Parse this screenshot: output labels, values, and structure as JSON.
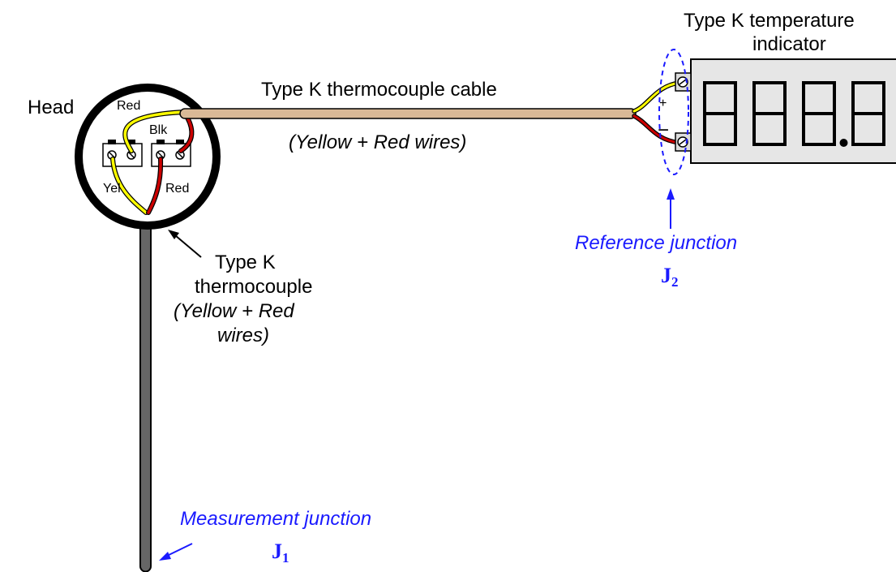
{
  "labels": {
    "head": "Head",
    "cable_title": "Type K thermocouple cable",
    "cable_wires": "(Yellow + Red wires)",
    "indicator_line1": "Type K temperature",
    "indicator_line2": "indicator",
    "terminal_red_top": "Red",
    "terminal_blk": "Blk",
    "terminal_yel": "Yel",
    "terminal_red_bottom": "Red",
    "tc_line1": "Type K",
    "tc_line2": "thermocouple",
    "tc_line3": "(Yellow + Red",
    "tc_line4": "wires)",
    "ref_junction": "Reference junction",
    "ref_j_letter": "J",
    "ref_j_sub": "2",
    "meas_junction": "Measurement junction",
    "meas_j_letter": "J",
    "meas_j_sub": "1",
    "plus": "+",
    "minus": "−"
  },
  "display": {
    "digits": [
      "8",
      "8",
      "8",
      "8"
    ],
    "decimal_after_digit": 3
  },
  "colors": {
    "yellow_wire": "#ffff00",
    "red_wire": "#cc0000",
    "cable": "#d9b997",
    "probe": "#666666",
    "indicator_face": "#e6e6e6",
    "terminal": "#dddddd",
    "annotation": "#1a1aff"
  }
}
